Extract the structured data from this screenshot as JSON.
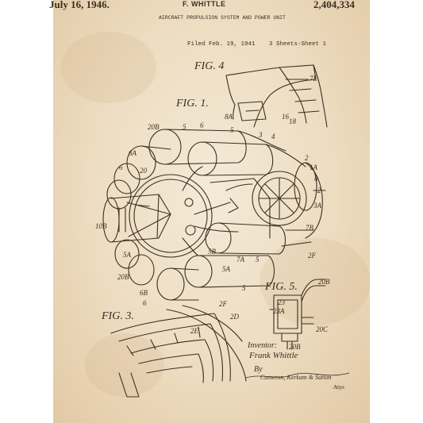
{
  "patent": {
    "date": "July 16, 1946.",
    "inventor_header": "F. WHITTLE",
    "number": "2,404,334",
    "title": "AIRCRAFT PROPULSION SYSTEM AND POWER UNIT",
    "filed": "Filed Feb. 19, 1941",
    "sheets": "3 Sheets-Sheet 1"
  },
  "figures": {
    "fig1": "FIG. 1.",
    "fig3": "FIG. 3.",
    "fig4": "FIG. 4",
    "fig5": "FIG. 5."
  },
  "signature": {
    "inventor_label": "Inventor:",
    "inventor_name": "Frank Whittle",
    "by": "By",
    "attorneys": "Cameron, Kerkam & Sutton",
    "attys_label": "Attys"
  },
  "colors": {
    "paper": "#eddcc0",
    "ink": "#3a2f24",
    "border": "#ffffff"
  }
}
